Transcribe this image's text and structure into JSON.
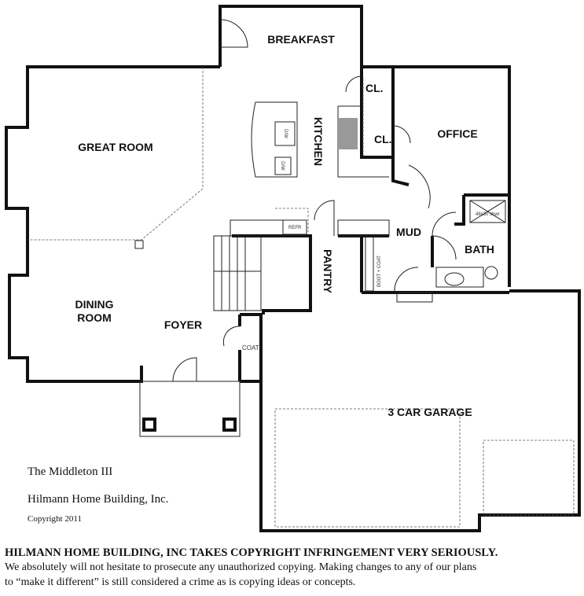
{
  "rooms": {
    "breakfast": "BREAKFAST",
    "great_room": "GREAT ROOM",
    "kitchen": "KITCHEN",
    "closet1": "CL.",
    "closet2": "CL.",
    "office": "OFFICE",
    "mud": "MUD",
    "bath": "BATH",
    "pantry": "PANTRY",
    "dining_line1": "DINING",
    "dining_line2": "ROOM",
    "foyer": "FOYER",
    "coat": "COAT",
    "garage": "3 CAR GARAGE"
  },
  "fixtures": {
    "refr": "REFR",
    "shower": "48x30 shwr",
    "boot": "BOOT + COAT",
    "dw": "D/W",
    "dw2": "D/W"
  },
  "info": {
    "plan_name": "The Middleton III",
    "company": "Hilmann Home Building, Inc.",
    "copyright": "Copyright 2011"
  },
  "footer": {
    "warning": "HILMANN HOME BUILDING, INC TAKES COPYRIGHT INFRINGEMENT VERY SERIOUSLY.",
    "line1": "We absolutely will not hesitate to prosecute any unauthorized copying.  Making changes to any of our plans",
    "line2": "to “make it different” is still considered a crime as is copying ideas or concepts."
  }
}
